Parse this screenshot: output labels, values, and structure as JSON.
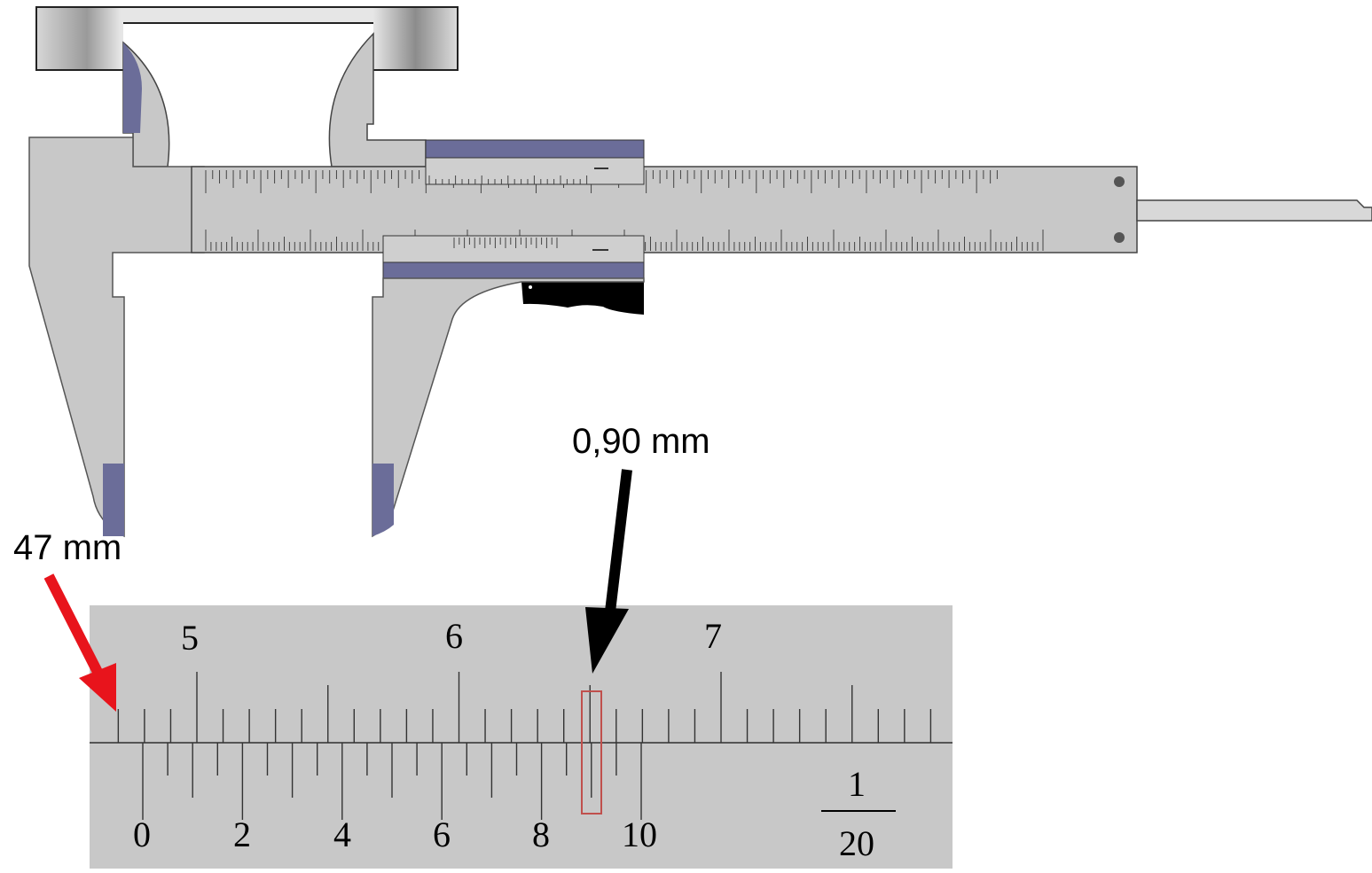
{
  "annotations": {
    "main_reading": "47 mm",
    "vernier_reading": "0,90 mm"
  },
  "zoom_scale": {
    "main_numbers": [
      "5",
      "6",
      "7"
    ],
    "vernier_numbers": [
      "0",
      "2",
      "4",
      "6",
      "8",
      "10"
    ],
    "resolution_numerator": "1",
    "resolution_denominator": "20"
  },
  "colors": {
    "body_gray": "#c8c8c8",
    "jaw_pad": "#6b6d99",
    "arrow_red": "#e8141c",
    "arrow_black": "#000000",
    "highlight_box": "#c0504d"
  }
}
